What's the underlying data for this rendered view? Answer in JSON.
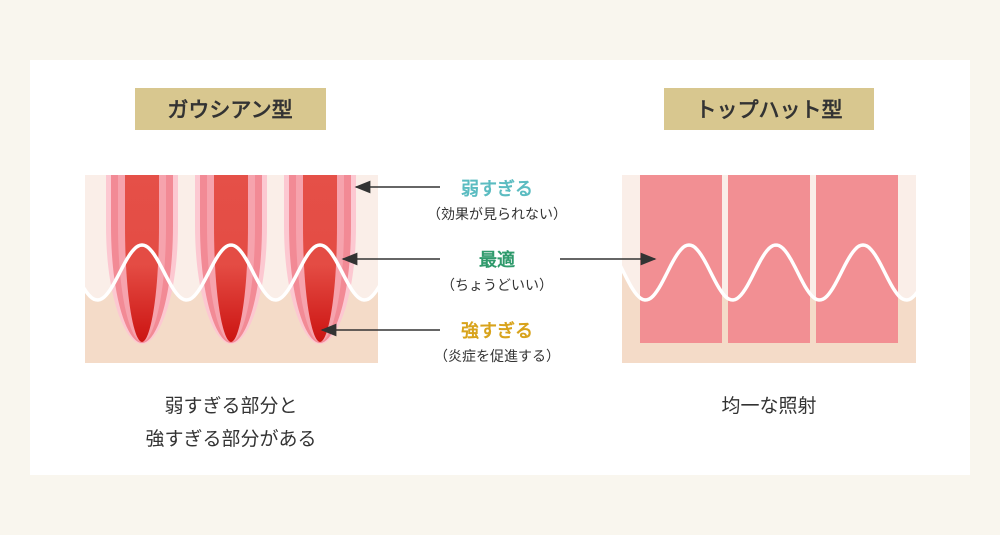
{
  "gaussian": {
    "title": "ガウシアン型",
    "caption_line1": "弱すぎる部分と",
    "caption_line2": "強すぎる部分がある"
  },
  "tophat": {
    "title": "トップハット型",
    "caption": "均一な照射"
  },
  "legend": {
    "weak": {
      "label": "弱すぎる",
      "sub": "（効果が見られない）",
      "color": "#5bbcc1"
    },
    "optimal": {
      "label": "最適",
      "sub": "（ちょうどいい）",
      "color": "#2f9a6c"
    },
    "strong": {
      "label": "強すぎる",
      "sub": "（炎症を促進する）",
      "color": "#d8a31c"
    }
  },
  "colors": {
    "title_bg": "#d8c78f",
    "skin_upper": "#faeee8",
    "skin_lower": "#f4dbc8",
    "tophat_fill": "#f28f93"
  }
}
